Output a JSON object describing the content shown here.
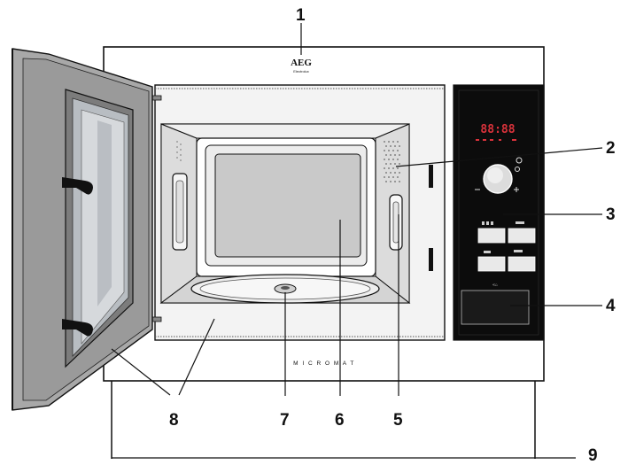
{
  "brand": {
    "logo_text": "AEG",
    "logo_subtext": "Electrolux"
  },
  "appliance": {
    "model_name": "M I C R O M A T"
  },
  "control_panel": {
    "display_digits": "88:88",
    "button_labels": {
      "top_left": "",
      "top_right": "",
      "bottom_left": "",
      "bottom_right": ""
    },
    "door_release_symbol": "«⌂"
  },
  "callouts": [
    {
      "id": "1",
      "part": "housing-top"
    },
    {
      "id": "2",
      "part": "vent-grille"
    },
    {
      "id": "3",
      "part": "control-panel"
    },
    {
      "id": "4",
      "part": "door-release-button"
    },
    {
      "id": "5",
      "part": "interior-light"
    },
    {
      "id": "6",
      "part": "cooking-chamber"
    },
    {
      "id": "7",
      "part": "turntable-drive"
    },
    {
      "id": "8",
      "part": "door-and-door-frame"
    },
    {
      "id": "9",
      "part": "installation-unit"
    }
  ],
  "colors": {
    "outline": "#111111",
    "door_frame": "#9a9a9a",
    "door_window": "#b8bdc2",
    "interior_light": "#e6e6e6",
    "cavity": "#c9c9c9",
    "control_panel": "#0c0c0c",
    "display_red": "#d9323b"
  }
}
